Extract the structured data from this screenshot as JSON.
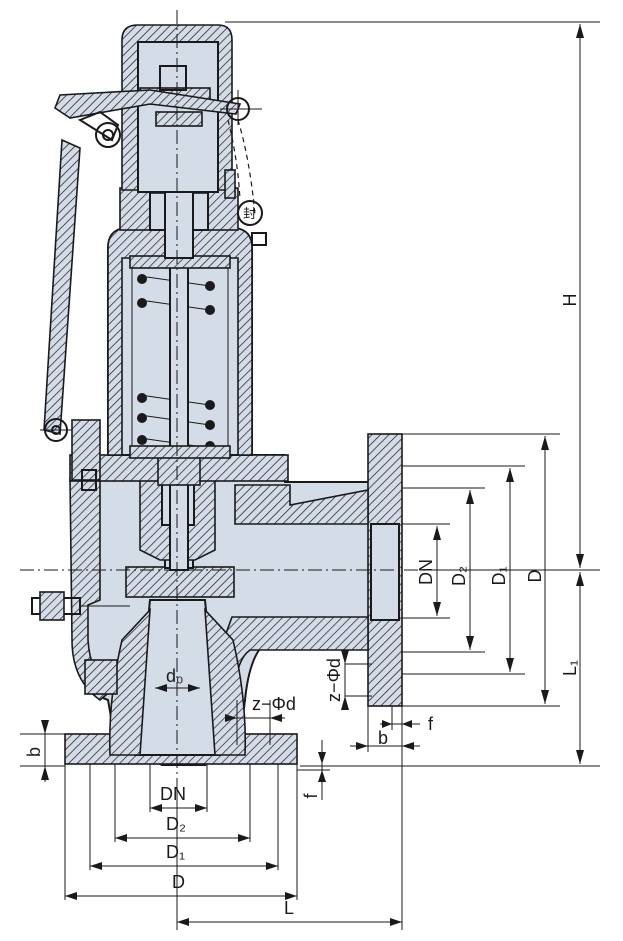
{
  "labels": {
    "H": "H",
    "L1": "L₁",
    "DN_outlet": "DN",
    "D2_outlet": "D₂",
    "D1_outlet": "D₁",
    "D_outlet": "D",
    "z_phi_d_outlet": "z−Φd",
    "f_outlet": "f",
    "b_outlet": "b",
    "d0": "d₀",
    "z_phi_d_inlet": "z−Φd",
    "b_inlet": "b",
    "f_inlet": "f",
    "DN_inlet": "DN",
    "D2_inlet": "D₂",
    "D1_inlet": "D₁",
    "D_inlet": "D",
    "L": "L",
    "seal_mark": "封"
  },
  "colors": {
    "body_fill": "#d4dce8",
    "line": "#1a1a1a"
  }
}
